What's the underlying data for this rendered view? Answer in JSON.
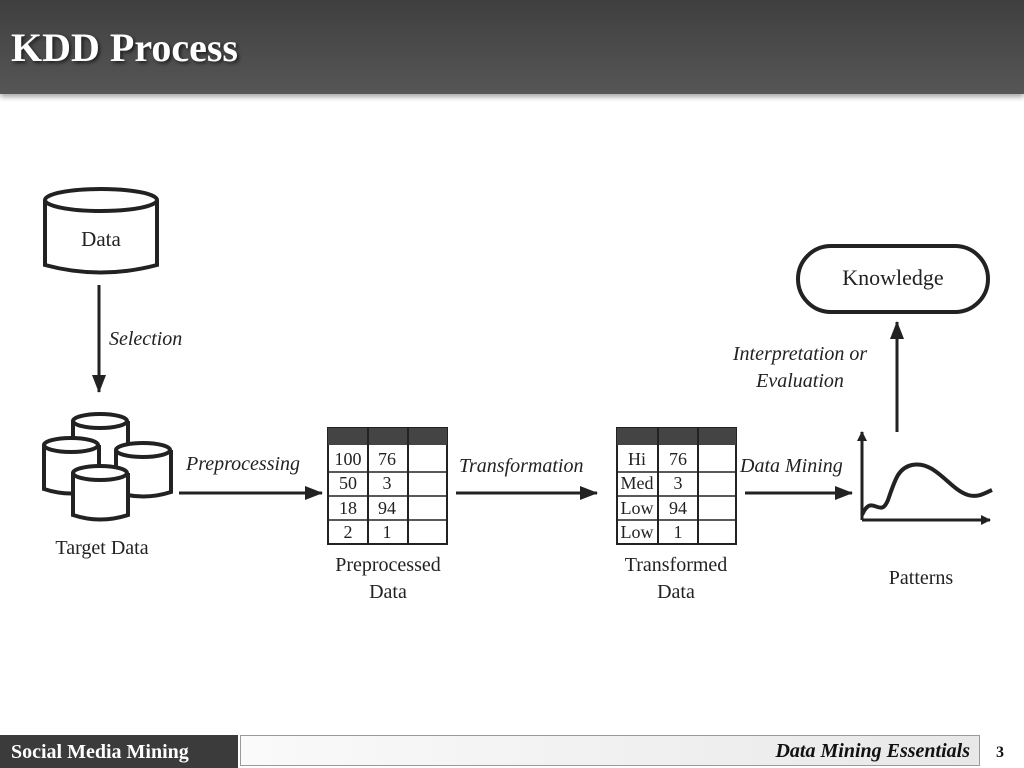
{
  "header": {
    "title": "KDD Process"
  },
  "diagram": {
    "nodes": {
      "data": "Data",
      "target_data": "Target Data",
      "preprocessed_data_line1": "Preprocessed",
      "preprocessed_data_line2": "Data",
      "transformed_data_line1": "Transformed",
      "transformed_data_line2": "Data",
      "patterns": "Patterns",
      "knowledge": "Knowledge"
    },
    "steps": {
      "selection": "Selection",
      "preprocessing": "Preprocessing",
      "transformation": "Transformation",
      "data_mining": "Data Mining",
      "interpretation_line1": "Interpretation or",
      "interpretation_line2": "Evaluation"
    },
    "preprocessed_table": [
      [
        "100",
        "76"
      ],
      [
        "50",
        "3"
      ],
      [
        "18",
        "94"
      ],
      [
        "2",
        "1"
      ]
    ],
    "transformed_table": [
      [
        "Hi",
        "76"
      ],
      [
        "Med",
        "3"
      ],
      [
        "Low",
        "94"
      ],
      [
        "Low",
        "1"
      ]
    ]
  },
  "footer": {
    "left": "Social Media Mining",
    "right": "Data Mining Essentials",
    "page": "3"
  }
}
